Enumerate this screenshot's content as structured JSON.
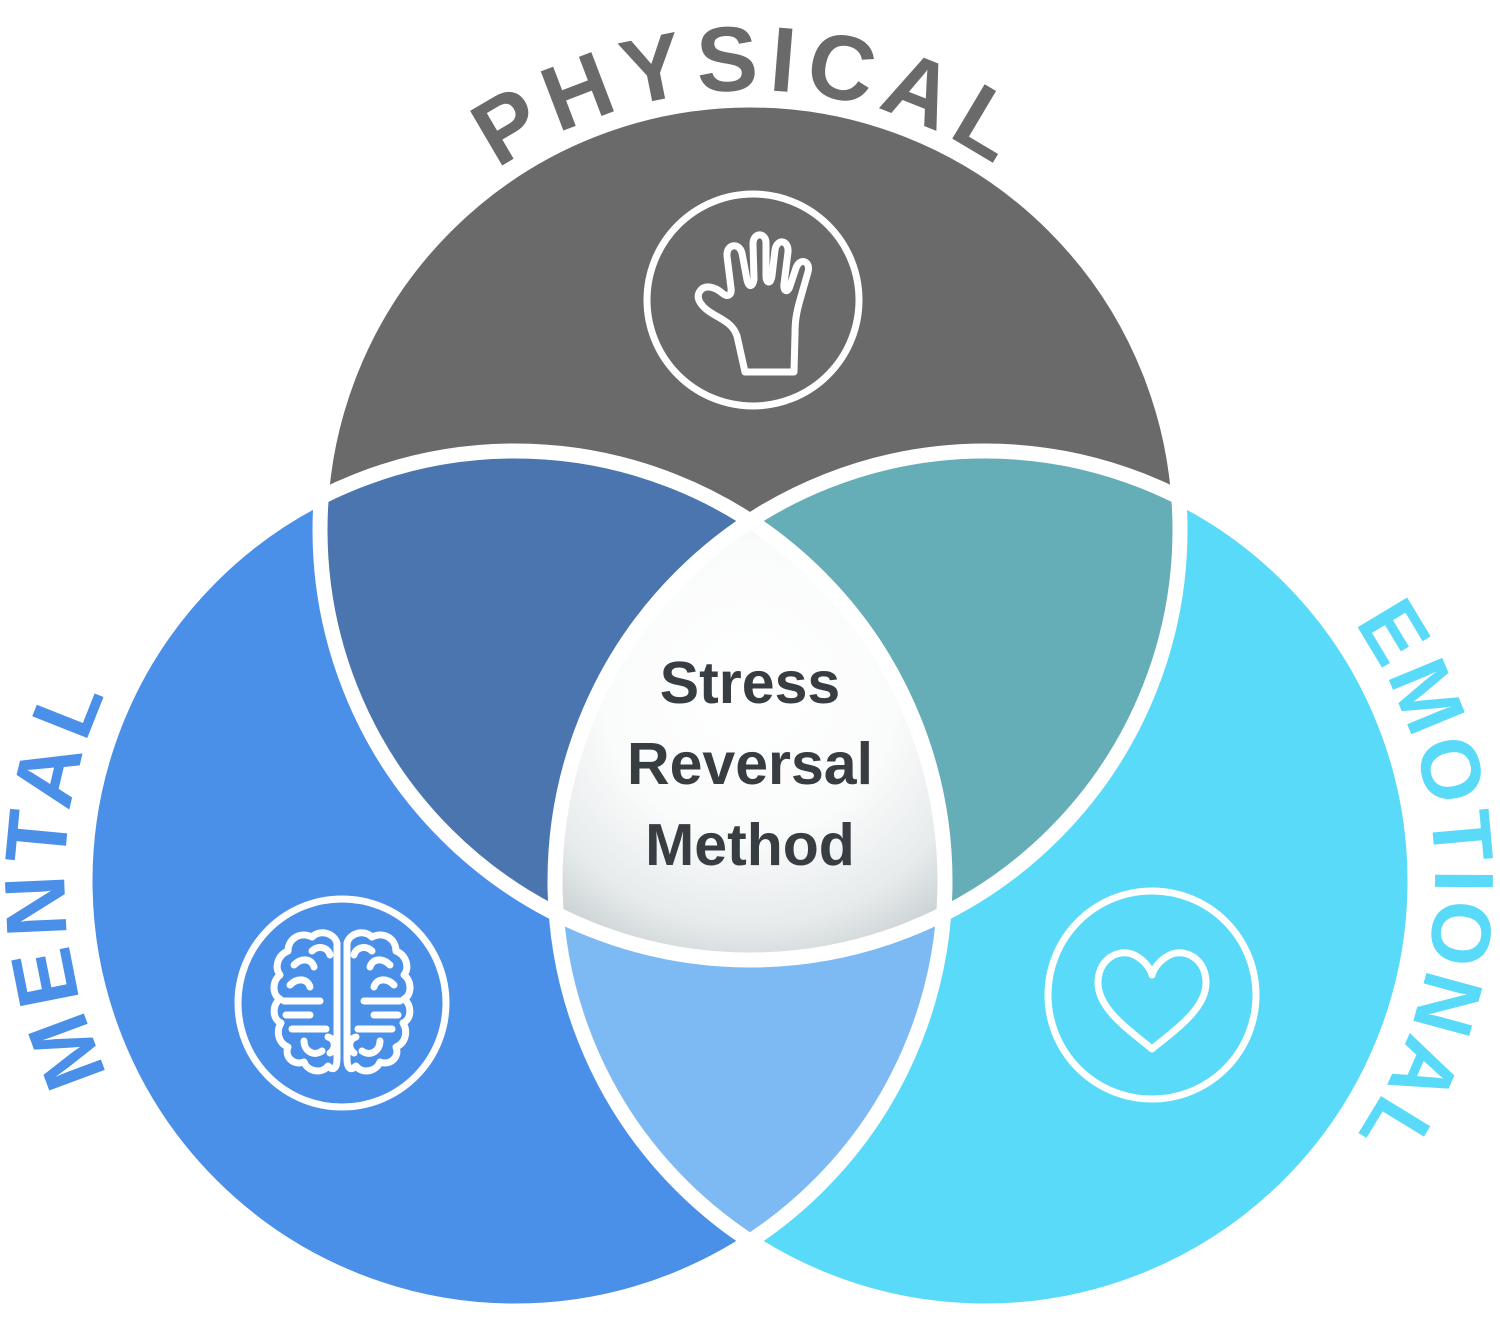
{
  "diagram": {
    "title": "Stress Reversal Method",
    "center_text": {
      "line1": "Stress",
      "line2": "Reversal",
      "line3": "Method"
    },
    "labels": {
      "physical": "PHYSICAL",
      "mental": "MENTAL",
      "emotional": "EMOTIONAL"
    },
    "icons": {
      "physical": "hand-icon",
      "mental": "brain-icon",
      "emotional": "heart-icon"
    },
    "colors": {
      "physical_circle": "#6a6a6a",
      "mental_circle": "#4a8fe8",
      "emotional_circle": "#59daf8",
      "physical_mental_overlap": "#4a75af",
      "physical_emotional_overlap": "#66aeb7",
      "mental_emotional_overlap": "#7dbaf3",
      "physical_label": "#6a6a6a",
      "mental_label": "#4a8fe8",
      "emotional_label": "#59daf8",
      "center_text": "#383d41",
      "separator": "#ffffff"
    }
  }
}
